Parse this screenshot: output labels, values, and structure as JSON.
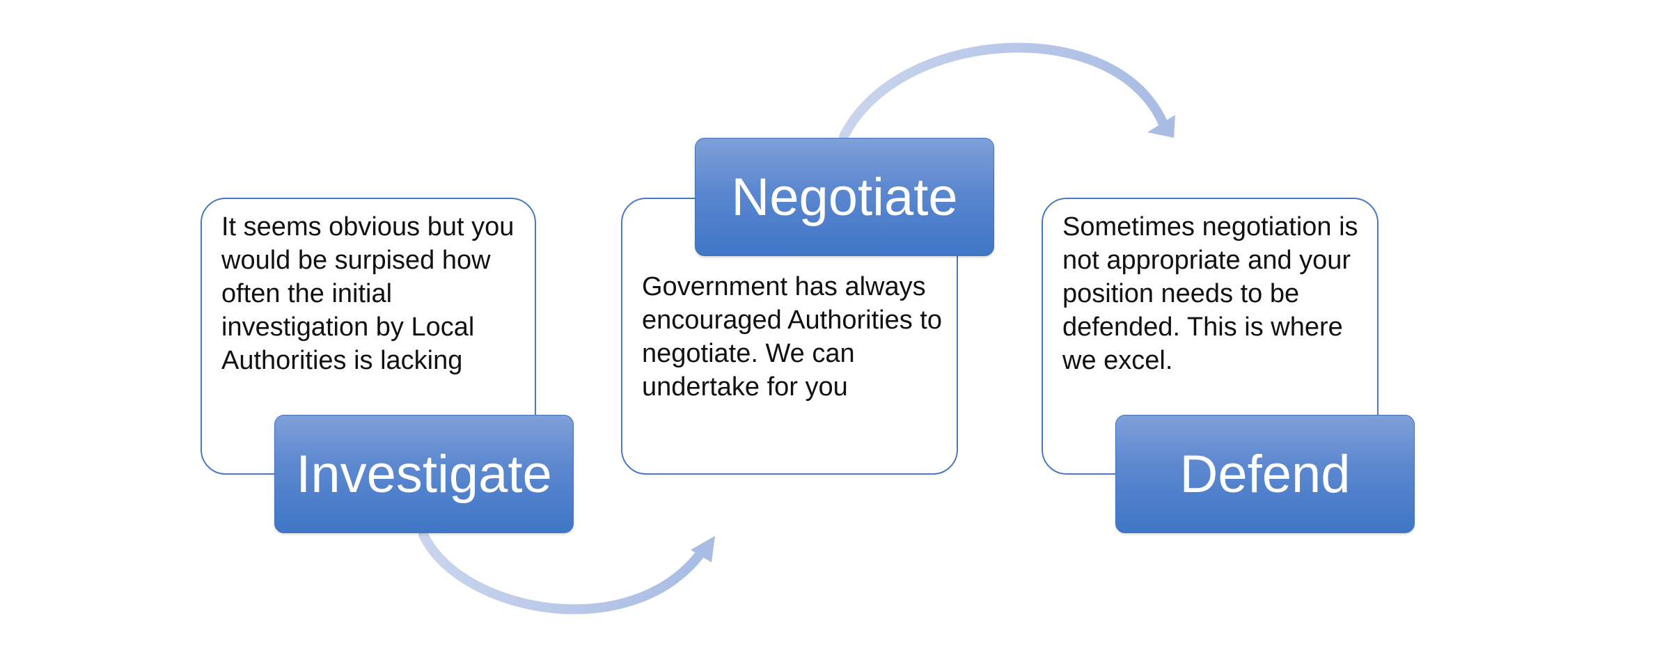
{
  "steps": [
    {
      "label": "Investigate",
      "description": "It seems obvious but you would be surpised how often the initial investigation by Local Authorities is lacking"
    },
    {
      "label": "Negotiate",
      "description": "Government has always encouraged Authorities to negotiate. We can undertake for you"
    },
    {
      "label": "Defend",
      "description": "Sometimes negotiation is not appropriate and your position needs to be defended. This is where we excel."
    }
  ],
  "colors": {
    "label_fill": "#4f80cd",
    "card_border": "#4a78c2",
    "arrow": "#b7c6e6"
  }
}
